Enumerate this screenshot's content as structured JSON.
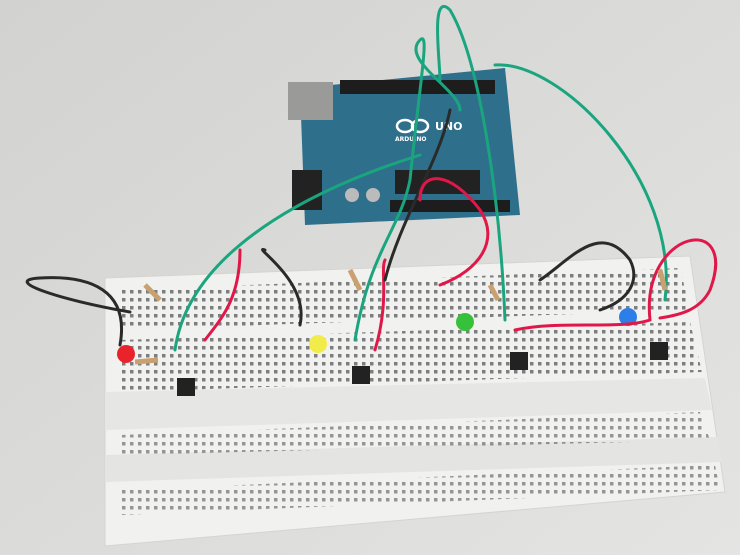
{
  "scene": {
    "description_free": true,
    "board": {
      "logo_text": "ARDUINO",
      "model_text": "UNO"
    },
    "colors": {
      "background": "#d9d9d7",
      "breadboard": "#f1f1ef",
      "arduino_pcb": "#2e6f8c",
      "wire_green": "#1aa57e",
      "wire_red": "#e0184a",
      "wire_black": "#2a2a2a",
      "led_red": "#e8232b",
      "led_yellow": "#f2ec4a",
      "led_green": "#35c23a",
      "led_blue": "#2d7fe8"
    },
    "icons": [
      "arduino-board",
      "breadboard",
      "led",
      "push-button",
      "resistor",
      "jumper-wire"
    ]
  }
}
